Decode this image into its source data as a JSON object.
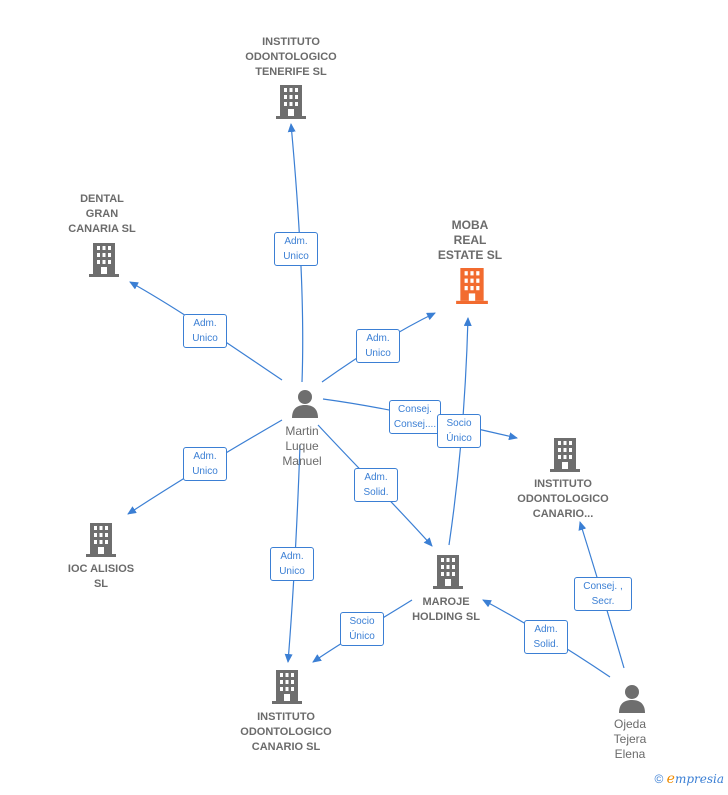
{
  "colors": {
    "edge": "#3b7fd4",
    "company": "#6e6e6e",
    "focus": "#f26b2f",
    "person": "#6e6e6e"
  },
  "nodes": {
    "instituto_tenerife": {
      "label": "INSTITUTO\nODONTOLOGICO\nTENERIFE  SL",
      "type": "company"
    },
    "dental_gran_canaria": {
      "label": "DENTAL\nGRAN\nCANARIA  SL",
      "type": "company"
    },
    "moba": {
      "label": "MOBA\nREAL\nESTATE  SL",
      "type": "company-focus"
    },
    "instituto_canario_top": {
      "label": "INSTITUTO\nODONTOLOGICO\nCANARIO...",
      "type": "company"
    },
    "ioc_alisios": {
      "label": "IOC ALISIOS\nSL",
      "type": "company"
    },
    "maroje": {
      "label": "MAROJE\nHOLDING  SL",
      "type": "company"
    },
    "instituto_canario_sl": {
      "label": "INSTITUTO\nODONTOLOGICO\nCANARIO SL",
      "type": "company"
    },
    "martin": {
      "label": "Martin\nLuque\nManuel",
      "type": "person"
    },
    "ojeda": {
      "label": "Ojeda\nTejera\nElena",
      "type": "person"
    }
  },
  "edges": {
    "e1": "Adm.\nUnico",
    "e2": "Adm.\nUnico",
    "e3": "Adm.\nUnico",
    "e4": "Consej.\nConsej....",
    "e5": "Socio\nÚnico",
    "e6": "Adm.\nUnico",
    "e7": "Adm.\nSolid.",
    "e8": "Adm.\nUnico",
    "e9": "Socio\nÚnico",
    "e10": "Adm.\nSolid.",
    "e11": "Consej. ,\nSecr."
  },
  "brand": {
    "copyright": "©",
    "initial": "e",
    "rest": "mpresia"
  }
}
